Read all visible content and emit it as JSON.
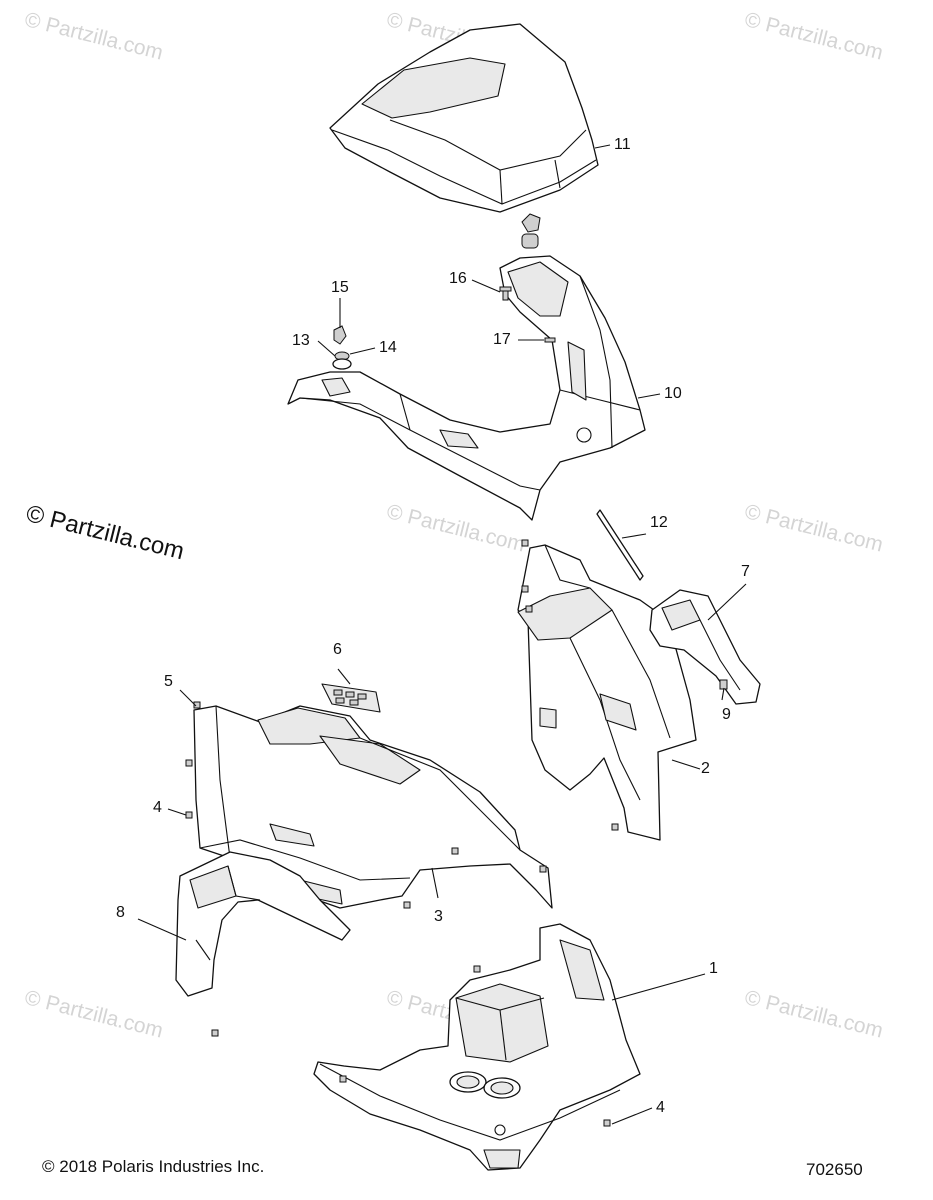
{
  "watermark_text": "© Partzilla.com",
  "copyright": "© 2018 Polaris Industries Inc.",
  "diagram_number": "702650",
  "callouts": {
    "c1": "1",
    "c2": "2",
    "c3": "3",
    "c4a": "4",
    "c4b": "4",
    "c5": "5",
    "c6": "6",
    "c7": "7",
    "c8": "8",
    "c9": "9",
    "c10": "10",
    "c11": "11",
    "c12": "12",
    "c13": "13",
    "c14": "14",
    "c15": "15",
    "c16": "16",
    "c17": "17"
  }
}
